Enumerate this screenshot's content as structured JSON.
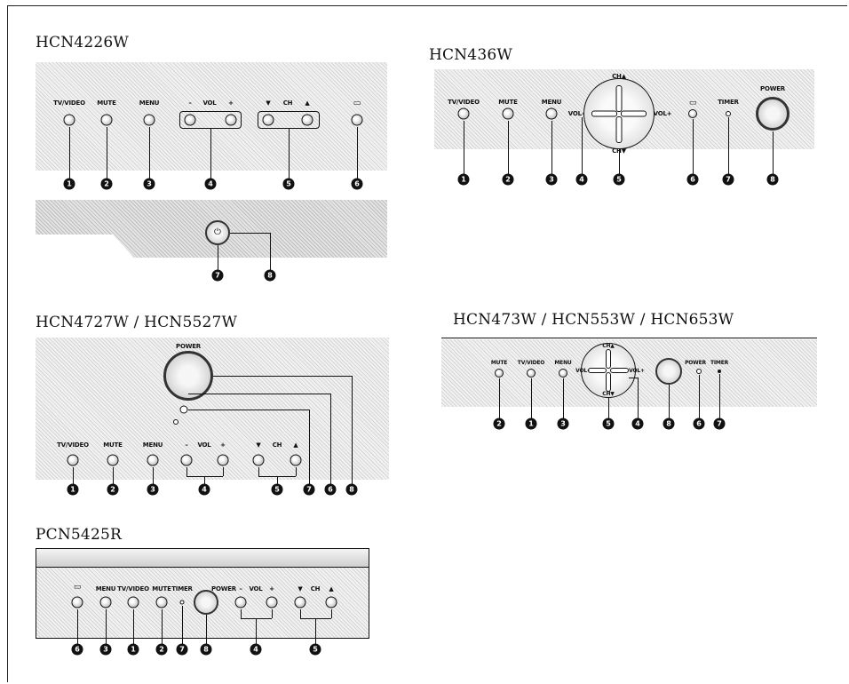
{
  "sections": {
    "hcn4226w": {
      "title": "HCN4226W",
      "labels": {
        "tv_video": "TV/VIDEO",
        "mute": "MUTE",
        "menu": "MENU",
        "vol_minus": "–",
        "vol": "VOL",
        "vol_plus": "+",
        "ch_down": "▼",
        "ch": "CH",
        "ch_up": "▲"
      },
      "callouts": [
        "1",
        "2",
        "3",
        "4",
        "5",
        "6",
        "7",
        "8"
      ],
      "icons": {
        "input": "input-icon",
        "power": "power-icon"
      }
    },
    "hcn436w": {
      "title": "HCN436W",
      "labels": {
        "tv_video": "TV/VIDEO",
        "mute": "MUTE",
        "menu": "MENU",
        "ch_up": "CH▲",
        "ch_down": "CH▼",
        "vol_minus": "VOL–",
        "vol_plus": "VOL+",
        "timer": "TIMER",
        "power": "POWER"
      },
      "callouts": [
        "1",
        "2",
        "3",
        "4",
        "5",
        "6",
        "7",
        "8"
      ],
      "icons": {
        "input": "input-icon"
      }
    },
    "hcn4727w": {
      "title": "HCN4727W / HCN5527W",
      "labels": {
        "power": "POWER",
        "tv_video": "TV/VIDEO",
        "mute": "MUTE",
        "menu": "MENU",
        "vol_minus": "–",
        "vol": "VOL",
        "vol_plus": "+",
        "ch_down": "▼",
        "ch": "CH",
        "ch_up": "▲"
      },
      "callouts": [
        "1",
        "2",
        "3",
        "4",
        "5",
        "7",
        "6",
        "8"
      ]
    },
    "hcn473w": {
      "title": "HCN473W / HCN553W / HCN653W",
      "labels": {
        "mute": "MUTE",
        "tv_video": "TV/VIDEO",
        "menu": "MENU",
        "ch_up": "CH▲",
        "ch_down": "CH▼",
        "vol_minus": "VOL–",
        "vol_plus": "VOL+",
        "power": "POWER",
        "timer": "TIMER"
      },
      "callouts": [
        "2",
        "1",
        "3",
        "5",
        "4",
        "8",
        "6",
        "7"
      ]
    },
    "pcn5425r": {
      "title": "PCN5425R",
      "labels": {
        "menu": "MENU",
        "tv_video": "TV/VIDEO",
        "mute": "MUTE",
        "timer": "TIMER",
        "power": "POWER",
        "vol_minus": "–",
        "vol": "VOL",
        "vol_plus": "+",
        "ch_down": "▼",
        "ch": "CH",
        "ch_up": "▲"
      },
      "callouts": [
        "6",
        "3",
        "1",
        "2",
        "7",
        "8",
        "4",
        "5"
      ],
      "icons": {
        "input": "input-icon"
      }
    }
  }
}
